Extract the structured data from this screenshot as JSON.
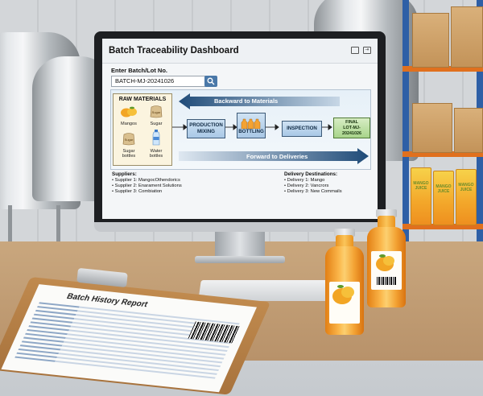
{
  "app": {
    "title": "Batch Traceability Dashboard"
  },
  "search": {
    "label": "Enter Batch/Lot No.",
    "value": "BATCH-MJ-20241026"
  },
  "flow": {
    "raw_materials_title": "RAW MATERIALS",
    "materials": [
      {
        "label": "Mangos",
        "icon": "mango-icon"
      },
      {
        "label": "Sugar",
        "icon": "sugar-sack-icon"
      },
      {
        "label": "Sugar\nbottles",
        "icon": "sugar-sack-icon"
      },
      {
        "label": "Water\nbottles",
        "icon": "water-bottle-icon"
      }
    ],
    "sugar_sack_text": "Sugar",
    "steps": {
      "production": "PRODUCTION\nMIXING",
      "bottling": "BOTTLING",
      "inspection": "INSPECTION",
      "final": "FINAL\nLOT-MJ-20241026"
    },
    "backward_label": "Backward to Materials",
    "forward_label": "Forward to Deliveries"
  },
  "suppliers": {
    "title": "Suppliers:",
    "items": [
      "• Supplier 1: MangocOthendorics",
      "• Supplier 2: Enarament Solutions",
      "• Supplier 3: Combiation"
    ]
  },
  "deliveries": {
    "title": "Delivery Destinations:",
    "items": [
      "• Delivery 1: Mango",
      "• Delivery 2: Vancrors",
      "• Delivery 3: New Commails"
    ]
  },
  "report": {
    "title": "Batch History Report"
  },
  "carton_text": "MANGO JUICE",
  "colors": {
    "accent_blue": "#2f5f8f",
    "node_blue": "#a9c8e6",
    "node_green": "#a8d48a",
    "juice_orange": "#f3a233"
  }
}
